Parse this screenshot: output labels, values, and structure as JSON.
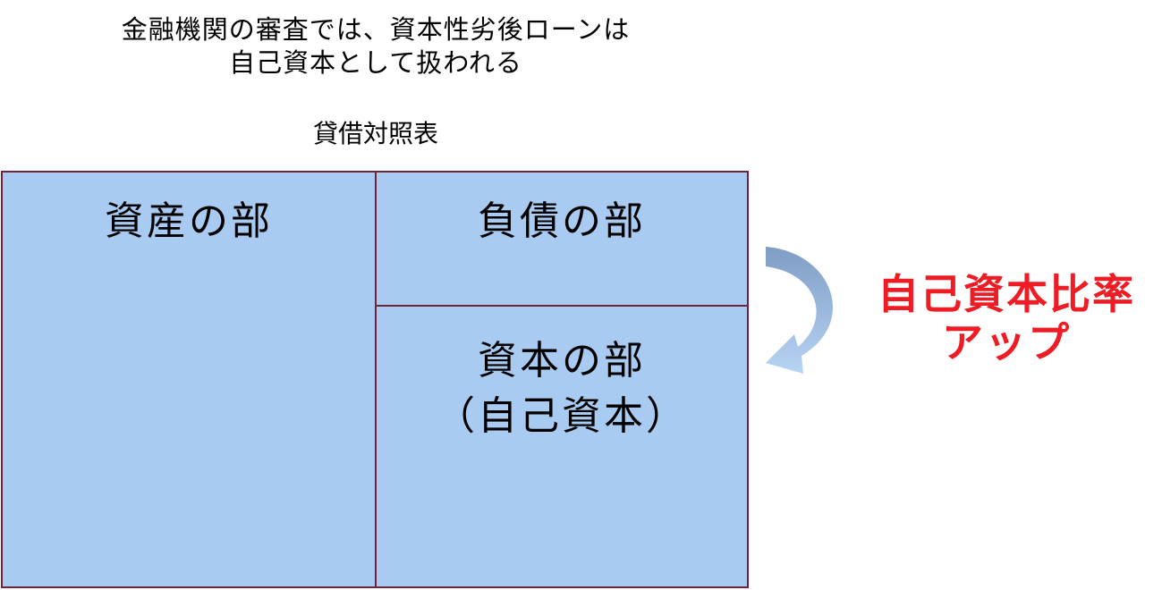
{
  "caption": {
    "line1": "金融機関の審査では、資本性劣後ローンは",
    "line2": "自己資本として扱われる"
  },
  "balance_sheet": {
    "title": "貸借対照表",
    "assets_label": "資産の部",
    "liabilities_label": "負債の部",
    "equity_label_line1": "資本の部",
    "equity_label_line2": "（自己資本）"
  },
  "annotation": {
    "line1": "自己資本比率",
    "line2": "アップ",
    "color": "#ee1c24",
    "arrow_icon": "curved-arrow-down-left-icon"
  },
  "colors": {
    "cell_fill": "#a9caf1",
    "border": "#6e2434",
    "arrow_top": "#7f9cc4",
    "arrow_bottom": "#b7d4f4"
  }
}
